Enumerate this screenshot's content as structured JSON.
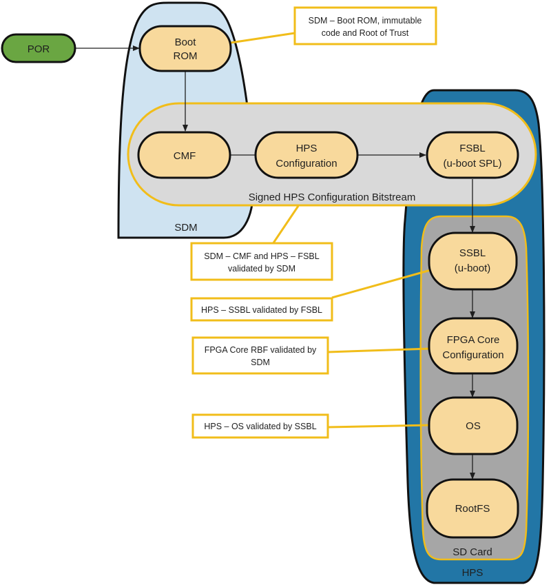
{
  "diagram": {
    "colors": {
      "por_fill": "#6aa642",
      "sdm_fill": "#cfe3f1",
      "hps_fill": "#2276a6",
      "bitstream_fill": "#d9d9d9",
      "sdcard_fill": "#a6a6a6",
      "node_fill": "#f8d99c",
      "callout_border": "#f1bd1a"
    },
    "nodes": {
      "por": "POR",
      "boot_rom": [
        "Boot",
        "ROM"
      ],
      "cmf": "CMF",
      "hps_config": [
        "HPS",
        "Configuration"
      ],
      "fsbl": [
        "FSBL",
        "(u-boot SPL)"
      ],
      "ssbl": [
        "SSBL",
        "(u-boot)"
      ],
      "fpga_core": [
        "FPGA Core",
        "Configuration"
      ],
      "os": "OS",
      "rootfs": "RootFS"
    },
    "regions": {
      "sdm": "SDM",
      "hps": "HPS",
      "bitstream": "Signed HPS Configuration Bitstream",
      "sd_card": "SD Card"
    },
    "callouts": {
      "boot_rom": [
        "SDM – Boot ROM, immutable",
        "code and Root of Trust"
      ],
      "cmf_fsbl": [
        "SDM – CMF and HPS – FSBL",
        "validated by SDM"
      ],
      "ssbl": [
        "HPS – SSBL validated by FSBL"
      ],
      "fpga": [
        "FPGA Core RBF validated by",
        "SDM"
      ],
      "os": [
        "HPS – OS  validated by SSBL"
      ]
    }
  }
}
